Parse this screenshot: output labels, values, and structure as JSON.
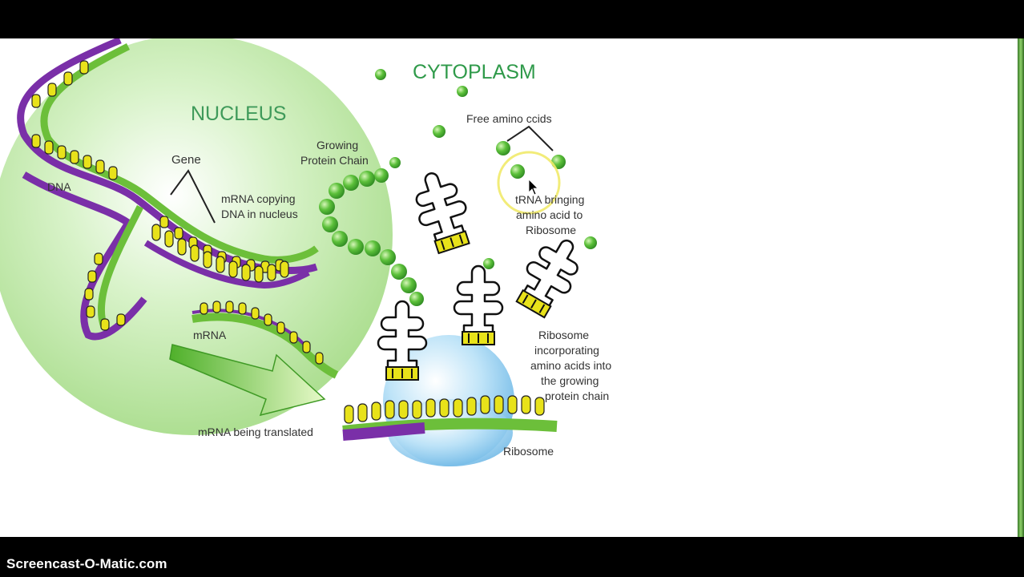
{
  "diagram": {
    "title_cytoplasm": "CYTOPLASM",
    "title_nucleus": "NUCLEUS",
    "labels": {
      "dna": "DNA",
      "gene": "Gene",
      "growing_chain_1": "Growing",
      "growing_chain_2": "Protein Chain",
      "mrna_copying_1": "mRNA copying",
      "mrna_copying_2": "DNA in nucleus",
      "free_amino": "Free amino ccids",
      "trna_1": "tRNA bringing",
      "trna_2": "amino acid to",
      "trna_3": "Ribosome",
      "mrna": "mRNA",
      "ribosome_inc_1": "Ribosome",
      "ribosome_inc_2": "incorporating",
      "ribosome_inc_3": "amino acids into",
      "ribosome_inc_4": "the growing",
      "ribosome_inc_5": "protein chain",
      "mrna_translated": "mRNA being translated",
      "ribosome": "Ribosome"
    }
  },
  "watermark": "Screencast-O-Matic.com",
  "colors": {
    "nucleus": "#c8ecb4",
    "dna_purple": "#7a2fa8",
    "dna_green": "#6cbf3a",
    "base_yellow": "#e8e21a",
    "amino_green": "#3fa82f",
    "ribosome_blue": "#9fd4f2",
    "title_green": "#2f9a4a"
  }
}
